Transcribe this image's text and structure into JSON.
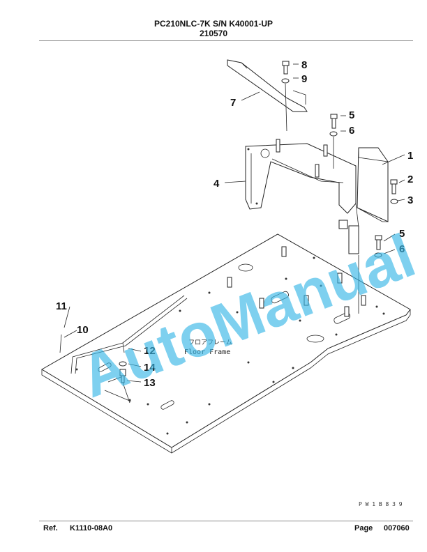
{
  "header": {
    "model": "PC210NLC-7K S/N K40001-UP",
    "group_number": "210570"
  },
  "diagram": {
    "callouts": [
      "1",
      "2",
      "3",
      "4",
      "5",
      "6",
      "7",
      "8",
      "9",
      "10",
      "11",
      "12",
      "13",
      "14"
    ],
    "label_jp": "フロアフレーム",
    "label_en": "Floor Frame",
    "drawing_code": "P W 1 B 8 3 9",
    "watermark": "AutoManual"
  },
  "footer": {
    "ref_label": "Ref.",
    "ref_value": "K1110-08A0",
    "page_label": "Page",
    "page_value": "007060"
  }
}
